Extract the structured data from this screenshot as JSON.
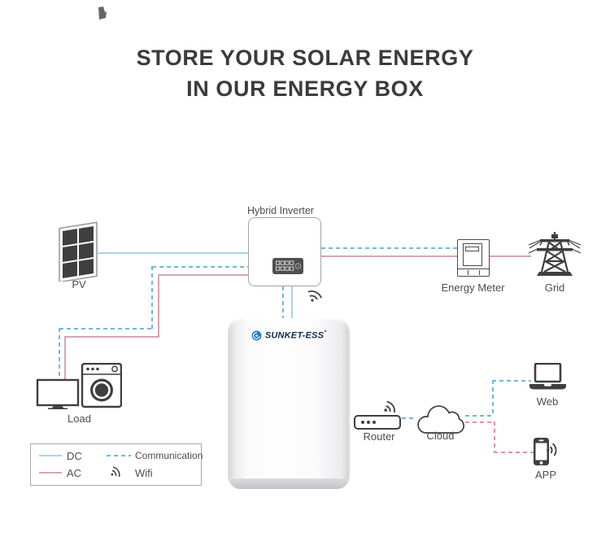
{
  "title": {
    "line1": "STORE YOUR SOLAR ENERGY",
    "line2": "IN OUR ENERGY BOX"
  },
  "nodes": {
    "pv": "PV",
    "inverter": "Hybrid Inverter",
    "meter": "Energy Meter",
    "grid": "Grid",
    "load": "Load",
    "router": "Router",
    "cloud": "Cloud",
    "web": "Web",
    "app": "APP"
  },
  "battery": {
    "brand": "SUNKET-ESS",
    "brand_mark": "°"
  },
  "legend": {
    "dc": "DC",
    "ac": "AC",
    "communication": "Communication",
    "wifi": "Wifi"
  },
  "colors": {
    "dc": "#a9d4e8",
    "ac": "#d9a4b0",
    "communication": "#6db9e0",
    "app_link": "#e1939e",
    "icon_ink": "#3f3f3f",
    "title_ink": "#3b3b3b",
    "label_ink": "#4d4d4d",
    "brand_blue": "#1e7dc0",
    "brand_navy": "#13294e"
  }
}
